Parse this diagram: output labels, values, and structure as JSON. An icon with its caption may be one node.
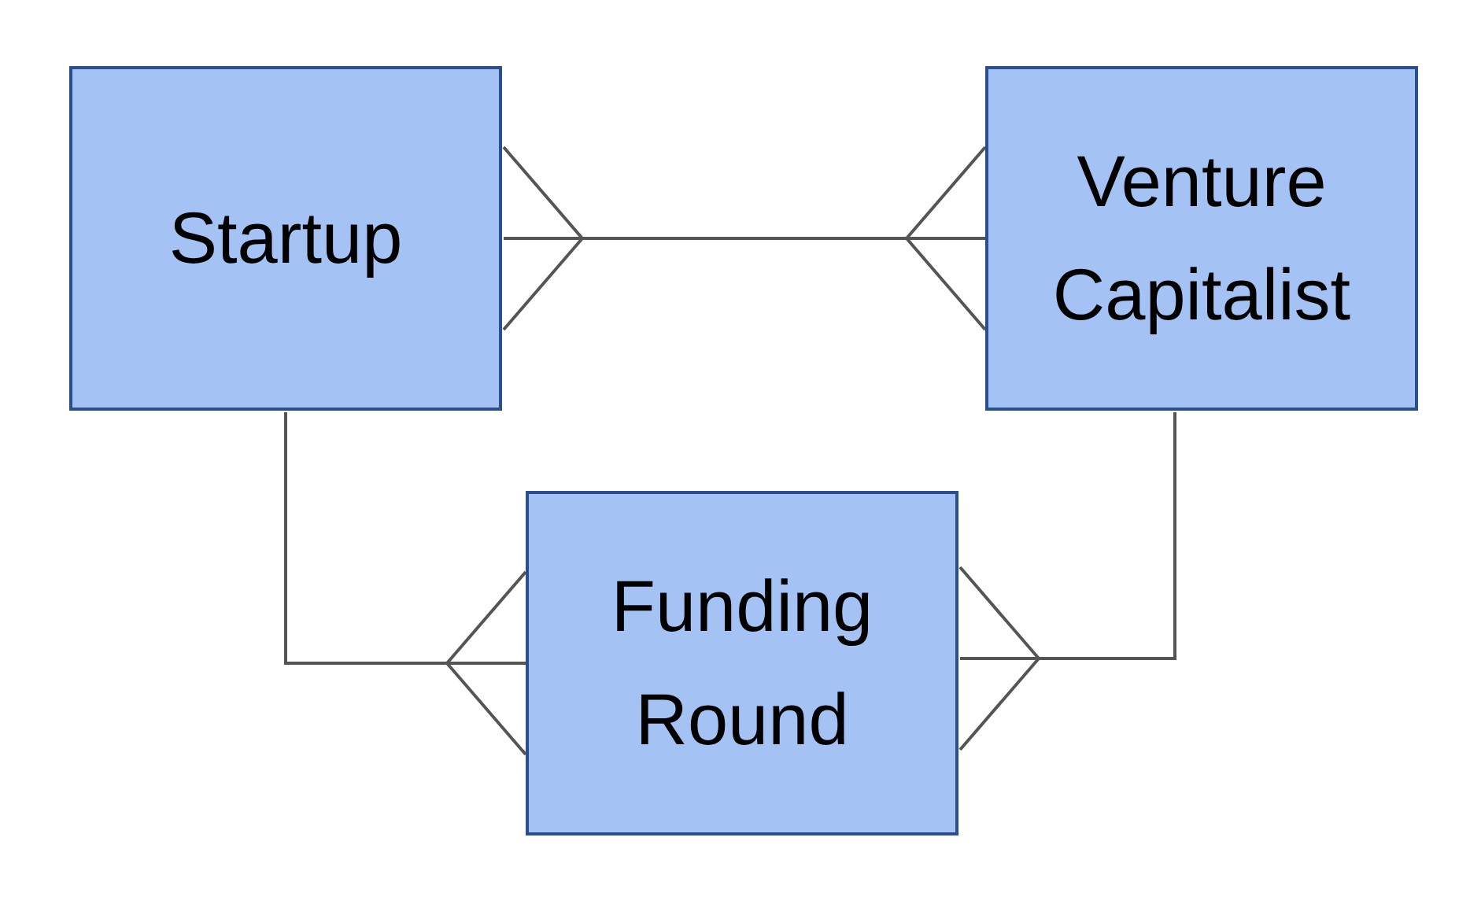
{
  "diagram": {
    "nodes": [
      {
        "text": [
          "Startup"
        ]
      },
      {
        "text": [
          "Venture Capitalist"
        ]
      },
      {
        "text": [
          "Funding Round"
        ]
      }
    ],
    "edges": [
      {
        "from": 0,
        "to": 1,
        "arrow": "other"
      },
      {
        "from": 0,
        "to": 2,
        "arrow": "other"
      },
      {
        "from": 1,
        "to": 2,
        "arrow": "other"
      }
    ]
  }
}
